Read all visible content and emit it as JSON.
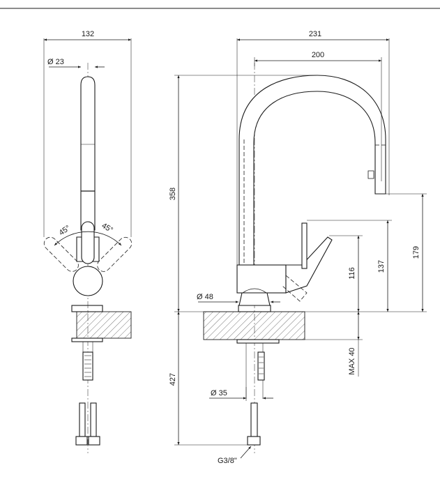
{
  "front_view": {
    "width": "132",
    "spout_diameter": "Ø 23",
    "angle_left": "45°",
    "angle_right": "45°"
  },
  "side_view": {
    "overall_width": "231",
    "spout_reach": "200",
    "overall_height": "358",
    "spout_outlet_height": "179",
    "lever_height": "137",
    "body_height": "116",
    "base_diameter": "Ø 48",
    "shank_diameter": "Ø 35",
    "below_counter_length": "427",
    "max_counter_thickness": "MAX 40",
    "connection_thread": "G3/8\""
  }
}
